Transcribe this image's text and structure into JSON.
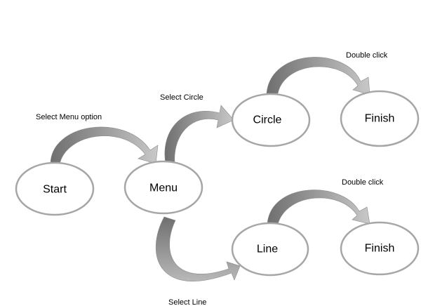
{
  "nodes": {
    "start": "Start",
    "menu": "Menu",
    "circle": "Circle",
    "finish_top": "Finish",
    "line": "Line",
    "finish_bottom": "Finish"
  },
  "edges": {
    "start_to_menu": "Select Menu option",
    "menu_to_circle": "Select Circle",
    "circle_to_finish": "Double click",
    "menu_to_line": "Select Line",
    "line_to_finish": "Double click"
  },
  "colors": {
    "arrow_dark": "#6f6f6f",
    "arrow_light": "#c8c8c8",
    "node_border": "#a6a6a6"
  }
}
